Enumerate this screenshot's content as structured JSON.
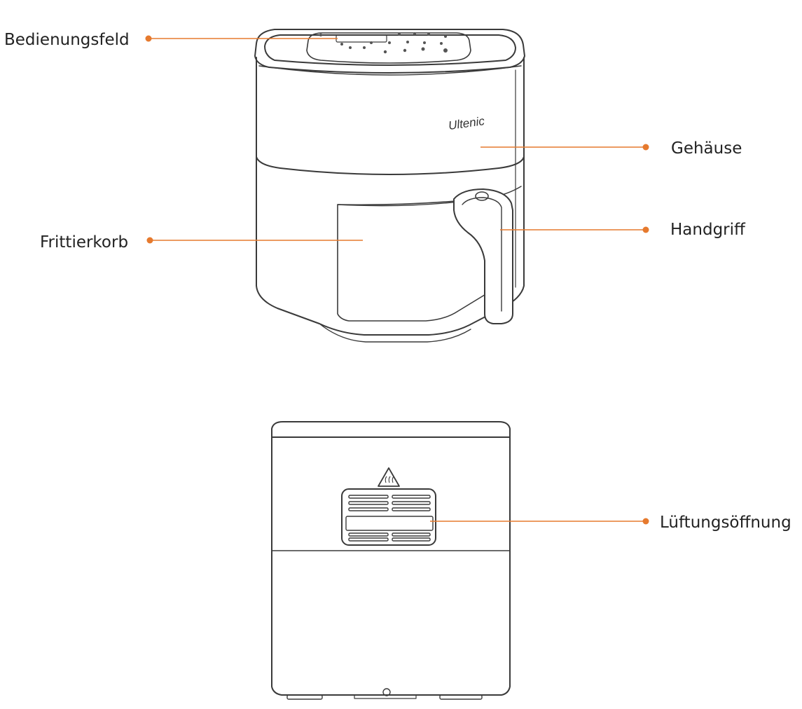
{
  "brand_logo": "Ultenic",
  "colors": {
    "callout": "#e67a2e",
    "outline": "#3a3a3a",
    "text": "#222222"
  },
  "labels": {
    "control_panel": "Bedienungsfeld",
    "basket": "Frittierkorb",
    "housing": "Gehäuse",
    "handle": "Handgriff",
    "vent": "Lüftungsöffnung"
  }
}
